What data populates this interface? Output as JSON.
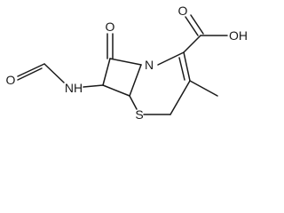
{
  "structure": {
    "atoms": {
      "ketone_oxygen": "O",
      "amide_oxygen": "O",
      "amide_nitrogen": "NH",
      "ring_nitrogen": "N",
      "sulfur": "S",
      "carboxyl_oh": "OH",
      "carboxyl_oxygen": "O"
    }
  },
  "colors": {
    "bond": "#1a1a1a",
    "background": "#ffffff"
  }
}
